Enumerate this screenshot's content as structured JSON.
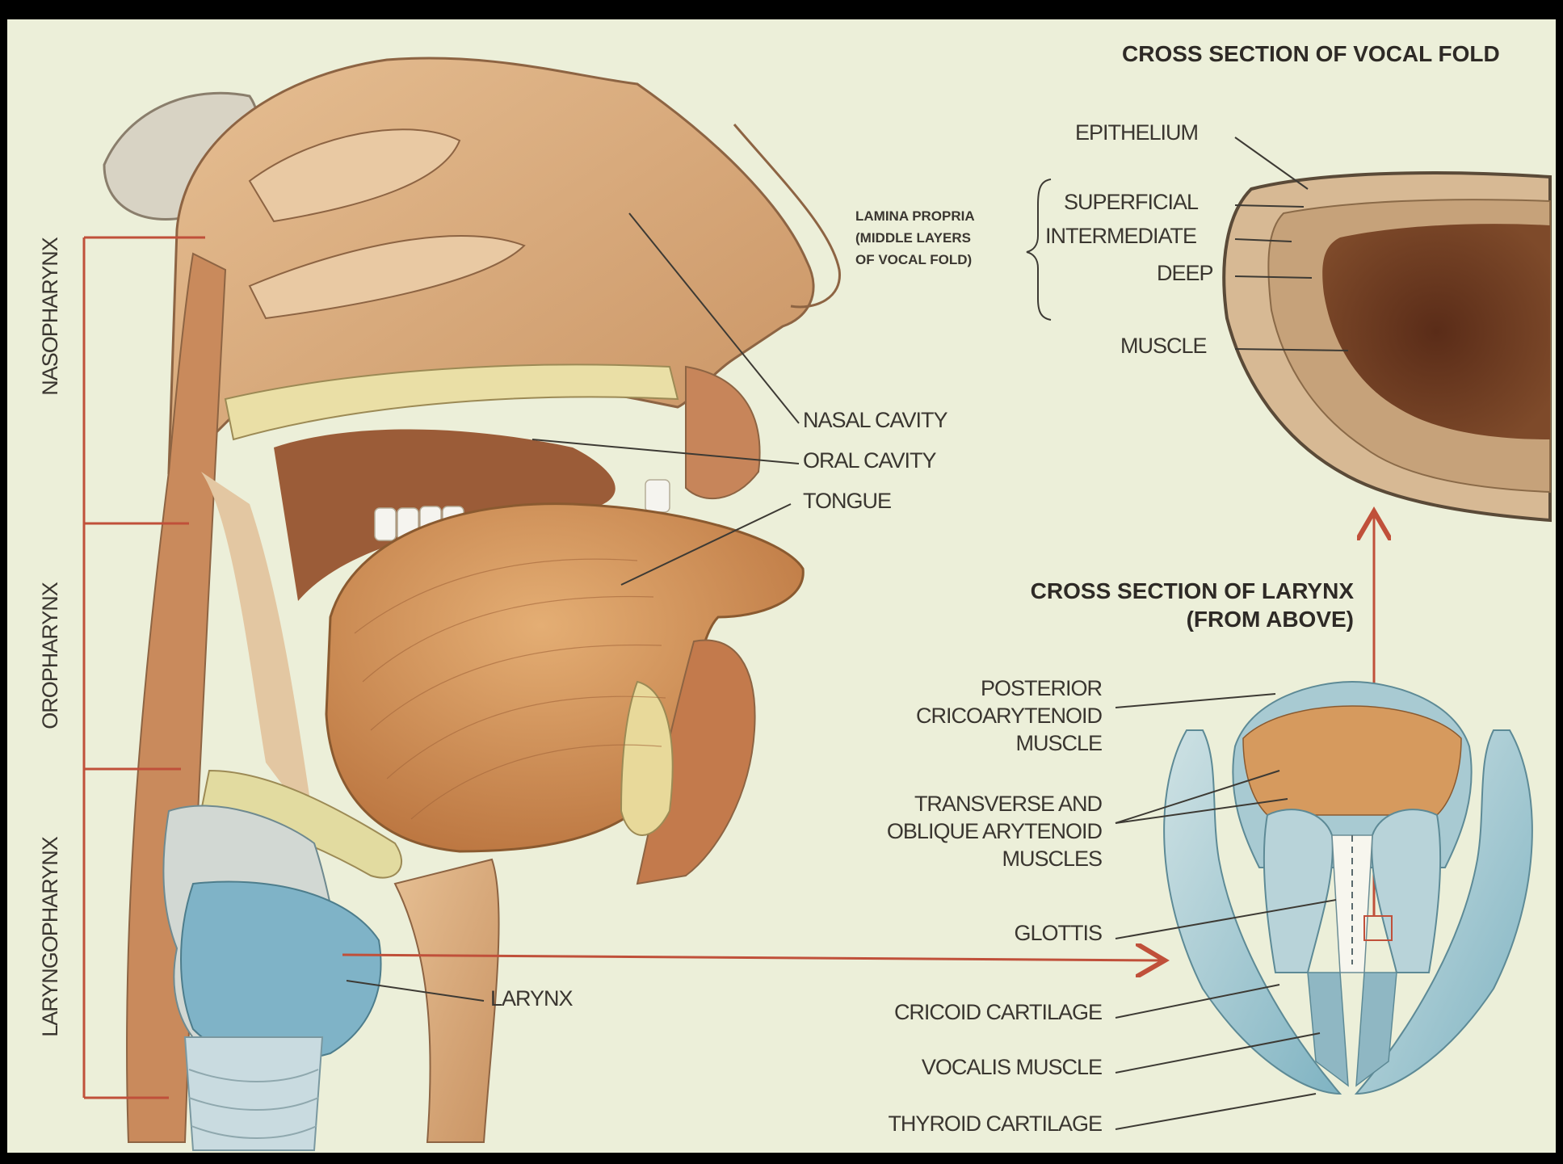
{
  "headings": {
    "vocal_fold": "CROSS SECTION OF VOCAL FOLD",
    "larynx_line1": "CROSS SECTION OF LARYNX",
    "larynx_line2": "(FROM ABOVE)"
  },
  "pharynx_regions": [
    "NASOPHARYNX",
    "OROPHARYNX",
    "LARYNGOPHARYNX"
  ],
  "sagittal_labels": {
    "nasal_cavity": "NASAL CAVITY",
    "oral_cavity": "ORAL CAVITY",
    "tongue": "TONGUE",
    "larynx": "LARYNX"
  },
  "vocal_fold_labels": {
    "epithelium": "EPITHELIUM",
    "lamina_propria_lines": [
      "LAMINA PROPRIA",
      "(MIDDLE LAYERS",
      "OF VOCAL FOLD)"
    ],
    "superficial": "SUPERFICIAL",
    "intermediate": "INTERMEDIATE",
    "deep": "DEEP",
    "muscle": "MUSCLE"
  },
  "larynx_labels": {
    "posterior_cricoarytenoid": [
      "POSTERIOR",
      "CRICOARYTENOID",
      "MUSCLE"
    ],
    "arytenoid": [
      "TRANSVERSE AND",
      "OBLIQUE ARYTENOID",
      "MUSCLES"
    ],
    "glottis": "GLOTTIS",
    "cricoid": "CRICOID CARTILAGE",
    "vocalis": "VOCALIS MUSCLE",
    "thyroid": "THYROID CARTILAGE"
  },
  "colors": {
    "background": "#ecefd9",
    "bracket": "#c0503a",
    "tissue": "#d9a878",
    "tongue": "#c98a4f",
    "cartilage": "#a9cbd3",
    "muscle_dark": "#6e3b22"
  }
}
